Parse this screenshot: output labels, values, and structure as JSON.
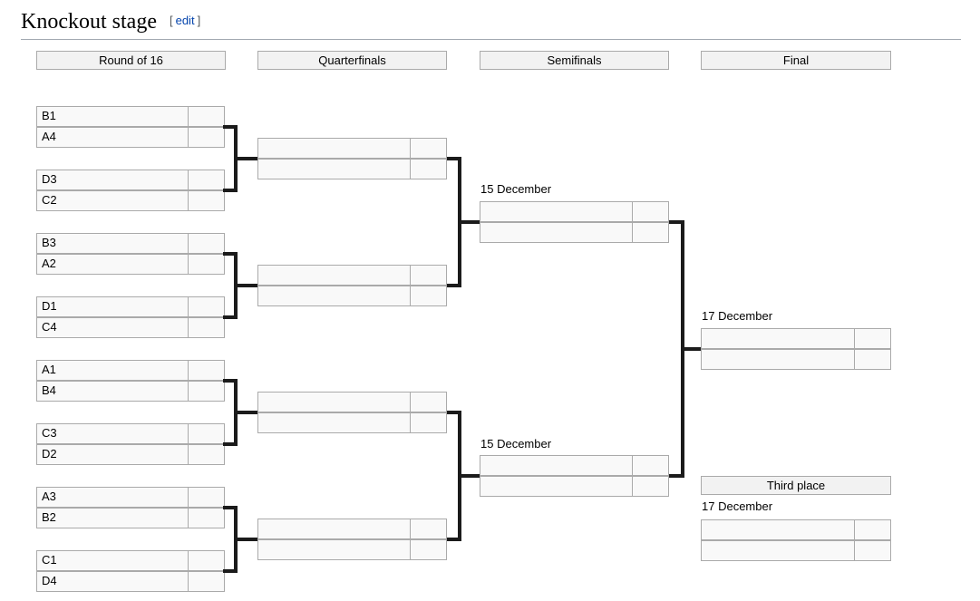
{
  "title": {
    "text": "Knockout stage",
    "open": "[",
    "edit": "edit",
    "close": "]"
  },
  "columns": {
    "r16": "Round of 16",
    "qf": "Quarterfinals",
    "sf": "Semifinals",
    "final": "Final"
  },
  "r16": {
    "matches": [
      {
        "team1": "B1",
        "score1": "",
        "team2": "A4",
        "score2": ""
      },
      {
        "team1": "D3",
        "score1": "",
        "team2": "C2",
        "score2": ""
      },
      {
        "team1": "B3",
        "score1": "",
        "team2": "A2",
        "score2": ""
      },
      {
        "team1": "D1",
        "score1": "",
        "team2": "C4",
        "score2": ""
      },
      {
        "team1": "A1",
        "score1": "",
        "team2": "B4",
        "score2": ""
      },
      {
        "team1": "C3",
        "score1": "",
        "team2": "D2",
        "score2": ""
      },
      {
        "team1": "A3",
        "score1": "",
        "team2": "B2",
        "score2": ""
      },
      {
        "team1": "C1",
        "score1": "",
        "team2": "D4",
        "score2": ""
      }
    ]
  },
  "quarterfinals": {
    "matches": [
      {
        "team1": "",
        "score1": "",
        "team2": "",
        "score2": ""
      },
      {
        "team1": "",
        "score1": "",
        "team2": "",
        "score2": ""
      },
      {
        "team1": "",
        "score1": "",
        "team2": "",
        "score2": ""
      },
      {
        "team1": "",
        "score1": "",
        "team2": "",
        "score2": ""
      }
    ]
  },
  "semifinals": {
    "matches": [
      {
        "date": "15 December",
        "team1": "",
        "score1": "",
        "team2": "",
        "score2": ""
      },
      {
        "date": "15 December",
        "team1": "",
        "score1": "",
        "team2": "",
        "score2": ""
      }
    ]
  },
  "final": {
    "date": "17 December",
    "team1": "",
    "score1": "",
    "team2": "",
    "score2": ""
  },
  "third_place": {
    "header": "Third place",
    "date": "17 December",
    "team1": "",
    "score1": "",
    "team2": "",
    "score2": ""
  }
}
